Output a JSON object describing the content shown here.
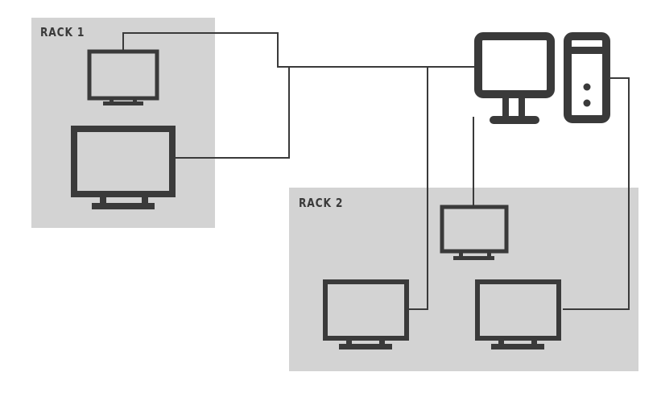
{
  "diagram": {
    "title": "",
    "racks": [
      {
        "id": "rack1",
        "label": "RACK 1"
      },
      {
        "id": "rack2",
        "label": "RACK 2"
      }
    ],
    "nodes": [
      {
        "id": "workstation-monitor",
        "kind": "desktop-monitor"
      },
      {
        "id": "workstation-tower",
        "kind": "pc-tower"
      },
      {
        "id": "rack1-monitor-small",
        "kind": "monitor",
        "rack": "rack1"
      },
      {
        "id": "rack1-monitor-large",
        "kind": "monitor",
        "rack": "rack1"
      },
      {
        "id": "rack2-monitor-top",
        "kind": "monitor",
        "rack": "rack2"
      },
      {
        "id": "rack2-monitor-left",
        "kind": "monitor",
        "rack": "rack2"
      },
      {
        "id": "rack2-monitor-right",
        "kind": "monitor",
        "rack": "rack2"
      }
    ],
    "connections": [
      {
        "from": "workstation-monitor",
        "to": "rack1-monitor-small"
      },
      {
        "from": "workstation-monitor",
        "to": "rack1-monitor-large"
      },
      {
        "from": "workstation-monitor",
        "to": "rack2-monitor-left"
      },
      {
        "from": "workstation-monitor",
        "to": "rack2-monitor-top"
      },
      {
        "from": "workstation-tower",
        "to": "rack2-monitor-right"
      }
    ],
    "colors": {
      "rack_fill": "#d3d3d3",
      "stroke": "#3a3a3a",
      "background": "#ffffff"
    }
  }
}
